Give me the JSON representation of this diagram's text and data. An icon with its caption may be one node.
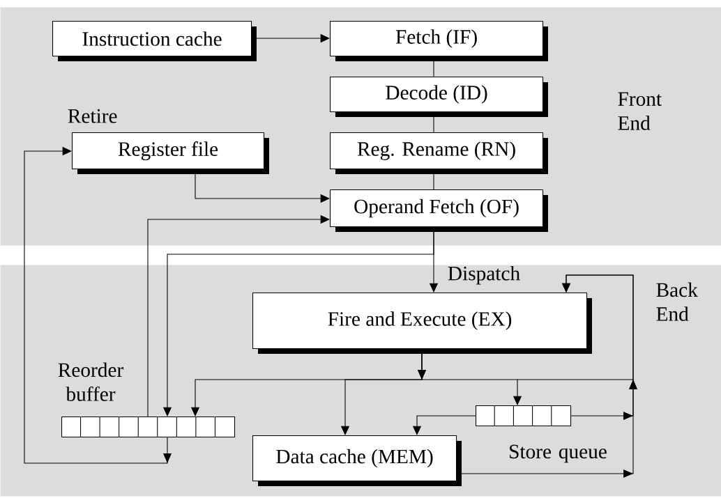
{
  "diagram": {
    "nodes": [
      {
        "text": [
          "Front End"
        ]
      },
      {
        "text": [
          "Instruction cache"
        ],
        "in": 0
      },
      {
        "text": [
          "Fetch (IF)"
        ],
        "in": 0
      },
      {
        "text": [
          "Decode (ID)"
        ],
        "in": 0
      },
      {
        "text": [
          "Reg. Rename (RN)"
        ],
        "in": 0
      },
      {
        "text": [
          "Register file"
        ],
        "in": 0
      },
      {
        "text": [
          "Operand Fetch (OF)"
        ],
        "in": 0
      },
      {
        "text": [
          "Back End"
        ]
      },
      {
        "text": [
          "Fire and Execute (EX)"
        ],
        "in": 7
      },
      {
        "text": [
          "Reorder buffer"
        ],
        "in": 7
      },
      {
        "text": [
          "Store queue"
        ],
        "in": 7
      },
      {
        "text": [
          "Data cache (MEM)"
        ],
        "in": 7
      }
    ],
    "edges": [
      {
        "from": 1,
        "to": 2,
        "arrow": "to"
      },
      {
        "from": 2,
        "to": 3,
        "arrow": "none"
      },
      {
        "from": 3,
        "to": 4,
        "arrow": "none"
      },
      {
        "from": 4,
        "to": 6,
        "arrow": "none"
      },
      {
        "from": 5,
        "to": 6,
        "arrow": "to"
      },
      {
        "from": 9,
        "to": 6,
        "arrow": "to"
      },
      {
        "from": 6,
        "to": 8,
        "arrow": "to",
        "label": "Dispatch"
      },
      {
        "from": 6,
        "to": 9,
        "arrow": "to"
      },
      {
        "from": 9,
        "to": 5,
        "arrow": "to",
        "label": "Retire"
      },
      {
        "from": 8,
        "to": 9,
        "arrow": "to"
      },
      {
        "from": 8,
        "to": 11,
        "arrow": "to"
      },
      {
        "from": 8,
        "to": 10,
        "arrow": "to"
      },
      {
        "from": 10,
        "to": 11,
        "arrow": "to"
      },
      {
        "from": 10,
        "to": 8,
        "arrow": "to"
      },
      {
        "from": 11,
        "to": 8,
        "arrow": "to"
      }
    ]
  }
}
